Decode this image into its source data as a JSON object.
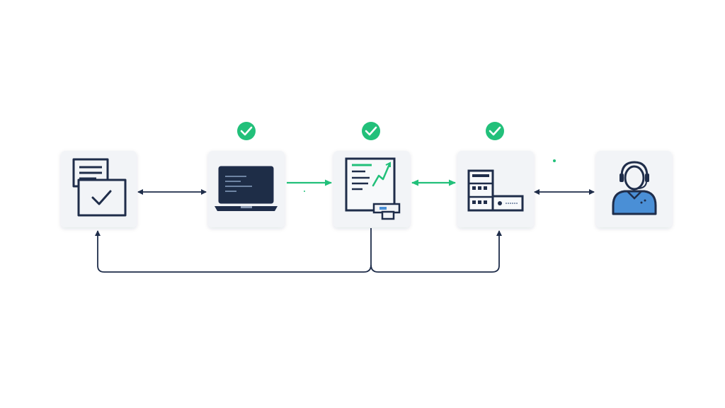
{
  "diagram": {
    "nodes": [
      {
        "id": "approval",
        "icon": "document-approval-icon",
        "checked": false
      },
      {
        "id": "laptop",
        "icon": "laptop-code-icon",
        "checked": true
      },
      {
        "id": "report",
        "icon": "report-chart-icon",
        "checked": true
      },
      {
        "id": "server",
        "icon": "server-rack-icon",
        "checked": true
      },
      {
        "id": "agent",
        "icon": "support-agent-icon",
        "checked": false
      }
    ],
    "device_label": "",
    "colors": {
      "stroke": "#1f2d4a",
      "accent": "#22c07a",
      "card": "#f2f4f7",
      "screen": "#1e2d47",
      "person": "#4a8fd6"
    }
  }
}
